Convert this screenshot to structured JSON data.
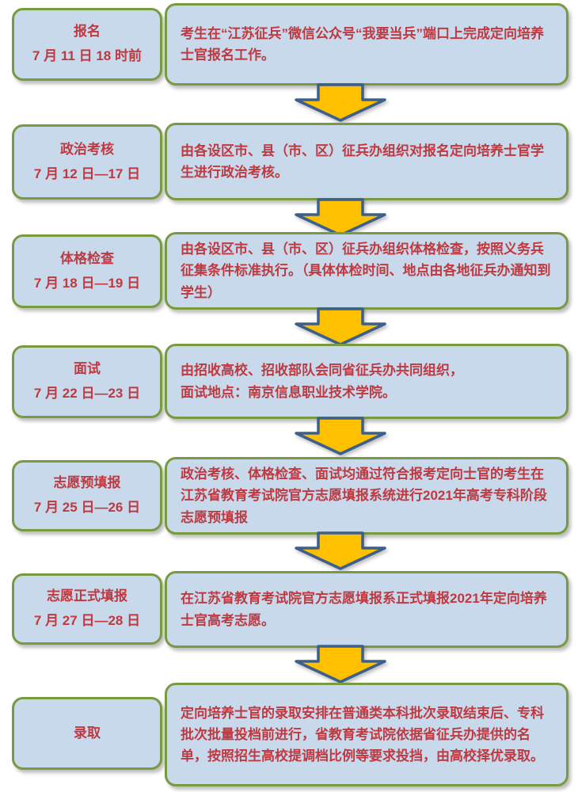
{
  "page": {
    "background": "#ffffff"
  },
  "flowchart": {
    "steps": [
      {
        "stage": "报名",
        "date": "7 月 11 日 18 时前",
        "description": "考生在“江苏征兵”微信公众号“我要当兵”端口上完成定向培养士官报名工作。"
      },
      {
        "stage": "政治考核",
        "date": "7 月 12 日—17 日",
        "description": "由各设区市、县（市、区）征兵办组织对报名定向培养士官学生进行政治考核。"
      },
      {
        "stage": "体格检查",
        "date": "7 月 18 日—19 日",
        "description": "由各设区市、县（市、区）征兵办组织体格检查，按照义务兵征集条件标准执行。（具体体检时间、地点由各地征兵办通知到学生）"
      },
      {
        "stage": "面试",
        "date": "7 月 22 日—23 日",
        "description": "由招收高校、招收部队会同省征兵办共同组织，\n面试地点：南京信息职业技术学院。"
      },
      {
        "stage": "志愿预填报",
        "date": "7 月 25 日—26 日",
        "description": "政治考核、体格检查、面试均通过符合报考定向士官的考生在江苏省教育考试院官方志愿填报系统进行2021年高考专科阶段志愿预填报"
      },
      {
        "stage": "志愿正式填报",
        "date": "7 月 27 日—28 日",
        "description": "在江苏省教育考试院官方志愿填报系正式填报2021年定向培养士官高考志愿。"
      },
      {
        "stage": "录取",
        "date": "",
        "description": "定向培养士官的录取安排在普通类本科批次录取结束后、专科批次批量投档前进行，省教育考试院依据省征兵办提供的名单，按照招生高校提调档比例等要求投挡，由高校择优录取。"
      }
    ],
    "arrow_icon": "down-arrow-icon",
    "colors": {
      "box_fill": "#c8d9ec",
      "box_border": "#789a41",
      "text_red": "#bf3940",
      "arrow_fill": "#ffc000",
      "arrow_border": "#3c5f8c"
    }
  }
}
